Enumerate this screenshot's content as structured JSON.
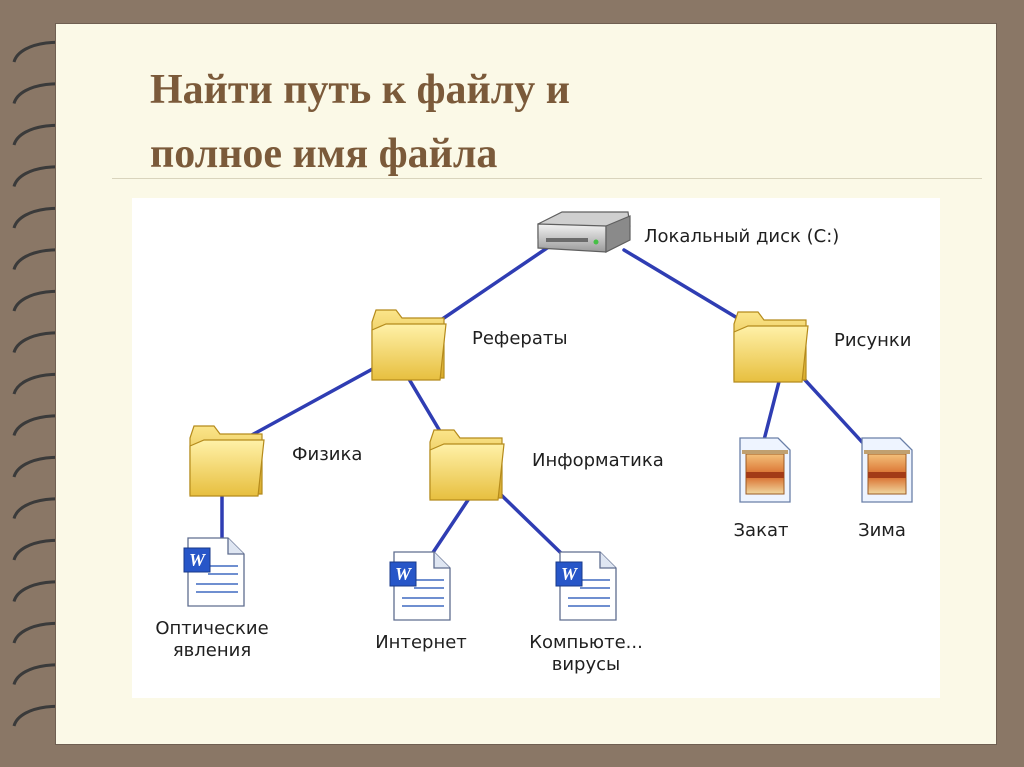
{
  "slide": {
    "title_line1": "Найти путь к файлу и",
    "title_line2": "полное имя файла"
  },
  "tree": {
    "root": {
      "label": "Локальный диск (C:)",
      "icon": "hard-drive-icon"
    },
    "folders": [
      {
        "id": "referaty",
        "label": "Рефераты",
        "icon": "folder-icon"
      },
      {
        "id": "risunki",
        "label": "Рисунки",
        "icon": "folder-icon"
      },
      {
        "id": "fizika",
        "label": "Физика",
        "icon": "folder-icon"
      },
      {
        "id": "informatika",
        "label": "Информатика",
        "icon": "folder-icon"
      }
    ],
    "files": [
      {
        "id": "opticheskie",
        "label_line1": "Оптические",
        "label_line2": "явления",
        "icon": "word-document-icon"
      },
      {
        "id": "internet",
        "label_line1": "Интернет",
        "label_line2": "",
        "icon": "word-document-icon"
      },
      {
        "id": "kompyuternye",
        "label_line1": "Компьюте...",
        "label_line2": "вирусы",
        "icon": "word-document-icon"
      },
      {
        "id": "zakat",
        "label_line1": "Закат",
        "label_line2": "",
        "icon": "image-file-icon"
      },
      {
        "id": "zima",
        "label_line1": "Зима",
        "label_line2": "",
        "icon": "image-file-icon"
      }
    ]
  },
  "colors": {
    "frame": "#8a7766",
    "page": "#fbf9e7",
    "title": "#7b5a3a",
    "connector": "#2f3db3",
    "folder": "#f4d86a"
  }
}
